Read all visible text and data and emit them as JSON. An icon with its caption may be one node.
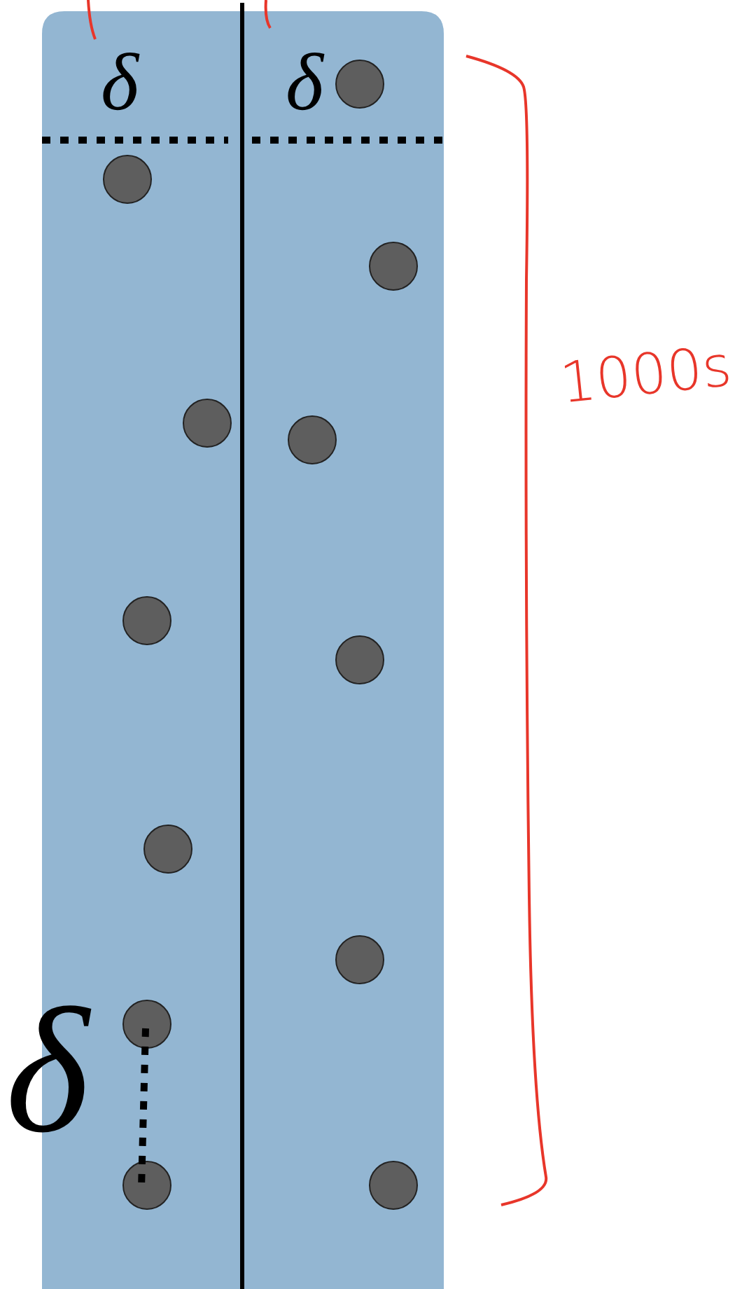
{
  "diagram": {
    "labels": [
      "δ",
      "δ",
      "δ",
      "1000s"
    ]
  }
}
